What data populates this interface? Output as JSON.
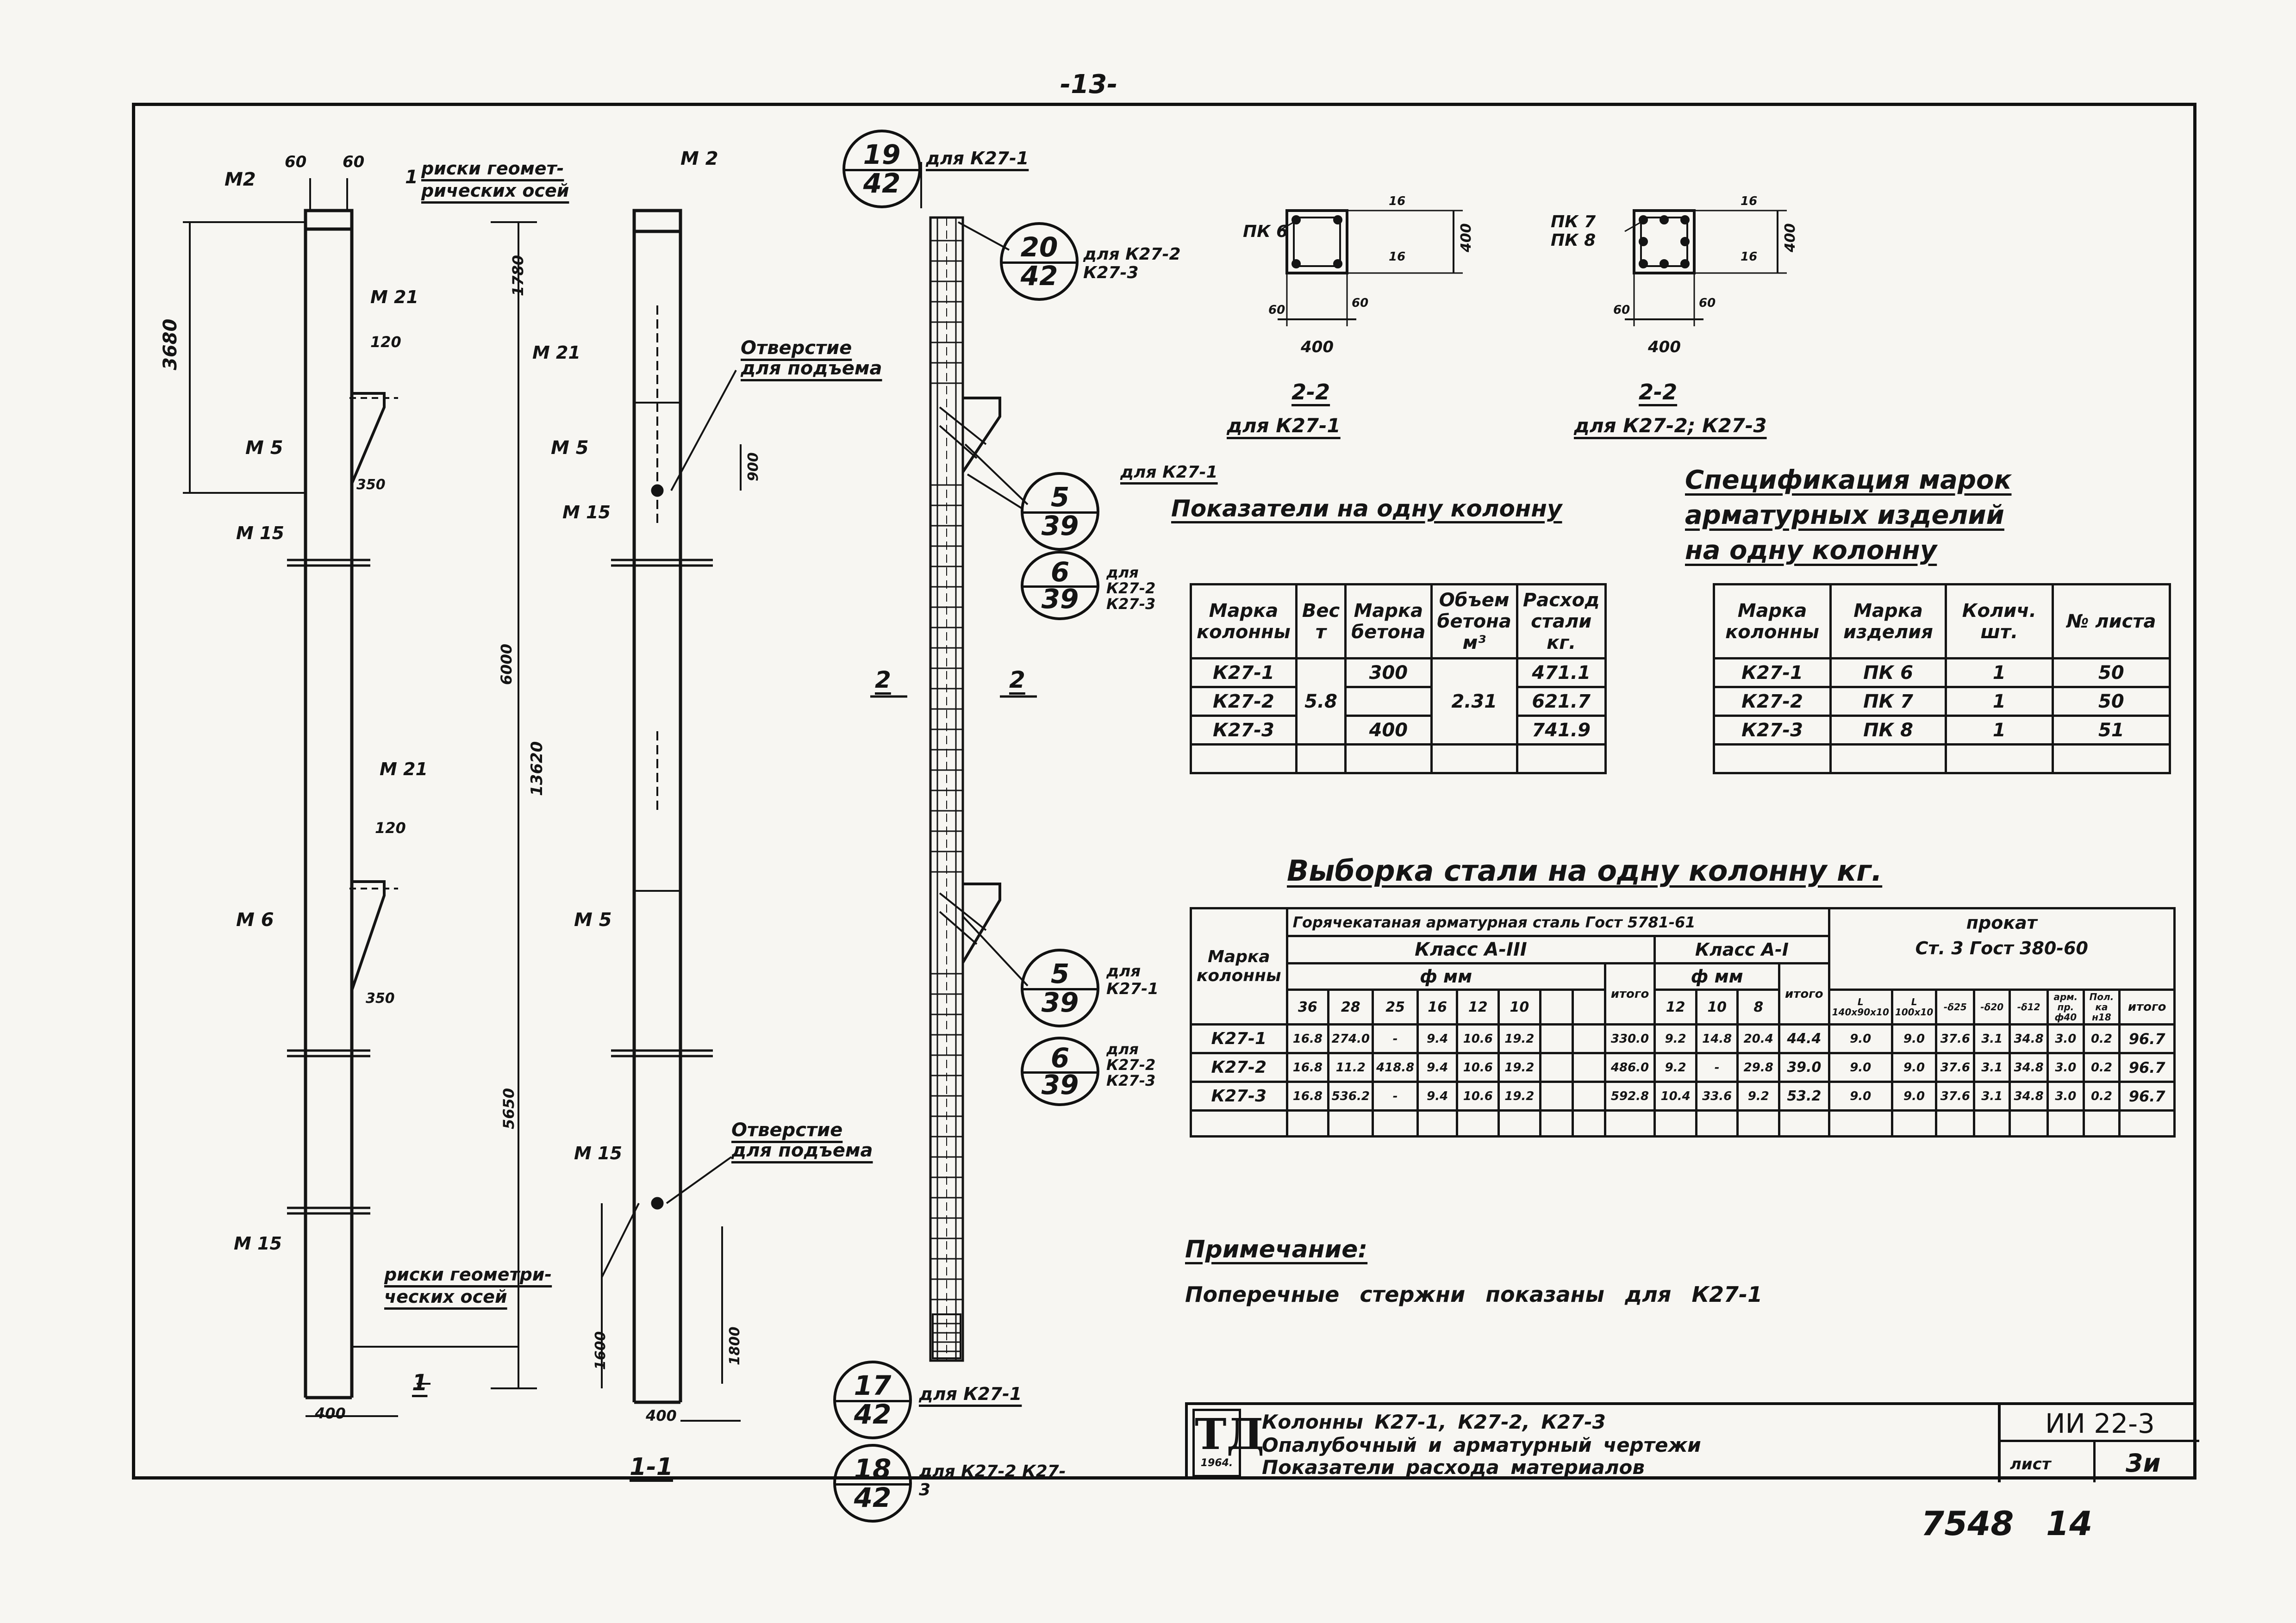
{
  "page": {
    "number_top": "-13-",
    "bottom_numbers": [
      "7548",
      "14"
    ]
  },
  "labels": {
    "m2_left": "M2",
    "m2_mid": "M 2",
    "dim_60a": "60",
    "dim_60b": "60",
    "risk_top": [
      "риски геомет-",
      "рических осей"
    ],
    "risk_bottom": [
      "риски геометри-",
      "ческих осей"
    ],
    "m21_a": "M 21",
    "m21_b": "M 21",
    "m21_c": "M 21",
    "m5_a": "M 5",
    "m5_b": "M 5",
    "m6_a": "M 6",
    "m5_c": "M 5",
    "m15_a": "M 15",
    "m15_b": "M 15",
    "m15_c": "M 15",
    "m15_d": "M 15",
    "hole_top": [
      "Отверстие",
      "для подъема"
    ],
    "hole_bottom": [
      "Отверстие",
      "для подъема"
    ],
    "dim_3680": "3680",
    "dim_120a": "120",
    "dim_120b": "120",
    "dim_1780": "1780",
    "dim_6000": "6000",
    "dim_13620": "13620",
    "dim_5650": "5650",
    "dim_900": "900",
    "dim_1600": "1600",
    "dim_1800": "1800",
    "dim_350a": "350",
    "dim_350b": "350",
    "dim_400a": "400",
    "dim_400b": "400",
    "section_mark": "1",
    "section_label": "1-1",
    "cut_2a": "2",
    "cut_2b": "2"
  },
  "callouts": [
    {
      "top": "19",
      "bot": "42",
      "note": "для К27-1"
    },
    {
      "top": "20",
      "bot": "42",
      "note": "для К27-2 К27-3"
    },
    {
      "top": "5",
      "bot": "39",
      "note": "для К27-1"
    },
    {
      "top": "6",
      "bot": "39",
      "note": "для К27-2 К27-3"
    },
    {
      "top": "5",
      "bot": "39",
      "note": "для К27-1"
    },
    {
      "top": "6",
      "bot": "39",
      "note": "для К27-2 К27-3"
    },
    {
      "top": "17",
      "bot": "42",
      "note": "для К27-1"
    },
    {
      "top": "18",
      "bot": "42",
      "note": "для К27-2 К27-3"
    }
  ],
  "sections": {
    "a": {
      "cage": "ПК 6",
      "title": "2-2",
      "sub": "для К27-1",
      "w": "400",
      "h": "400",
      "c1": "60",
      "c2": "60",
      "c3": "16",
      "c4": "16"
    },
    "b": {
      "cage": "ПК 7 ПК 8",
      "title": "2-2",
      "sub": "для К27-2; К27-3",
      "w": "400",
      "h": "400",
      "c1": "60",
      "c2": "60",
      "c3": "16",
      "c4": "16"
    }
  },
  "indicators": {
    "title": "Показатели на одну колонну",
    "headers": [
      "Марка колонны",
      "Вес т",
      "Марка бетона",
      "Объем бетона м³",
      "Расход стали кг."
    ],
    "rows": [
      [
        "К27-1",
        "",
        "300",
        "",
        "471.1"
      ],
      [
        "К27-2",
        "5.8",
        "",
        "2.31",
        "621.7"
      ],
      [
        "К27-3",
        "",
        "400",
        "",
        "741.9"
      ]
    ]
  },
  "spec": {
    "title": [
      "Спецификация марок",
      "арматурных изделий",
      "на одну колонну"
    ],
    "headers": [
      "Марка колонны",
      "Марка изделия",
      "Колич. шт.",
      "№ листа"
    ],
    "rows": [
      [
        "К27-1",
        "ПК 6",
        "1",
        "50"
      ],
      [
        "К27-2",
        "ПК 7",
        "1",
        "50"
      ],
      [
        "К27-3",
        "ПК 8",
        "1",
        "51"
      ]
    ]
  },
  "steel": {
    "title": "Выборка стали на одну колонну кг.",
    "h_mark": "Марка колонны",
    "h_hot": "Горячекатаная арматурная сталь Гост 5781-61",
    "h_class3": "Класс А-III",
    "h_class1": "Класс А-I",
    "h_phi": "ф мм",
    "h_prokat": "прокат",
    "h_st": "Ст. 3   Гост 380-60",
    "h_total": "итого",
    "sub3": [
      "36",
      "28",
      "25",
      "16",
      "12",
      "10",
      "",
      ""
    ],
    "sub1": [
      "12",
      "10",
      "8"
    ],
    "subp": [
      "L 140x90x10",
      "L 100x10",
      "-δ25",
      "-δ20",
      "-δ12",
      "арм. пр. ф40",
      "Пол. ка н18"
    ],
    "rows": [
      {
        "mark": "К27-1",
        "a3": [
          "16.8",
          "274.0",
          "-",
          "9.4",
          "10.6",
          "19.2",
          "",
          ""
        ],
        "t3": "330.0",
        "a1": [
          "9.2",
          "14.8",
          "20.4"
        ],
        "t1": "44.4",
        "p": [
          "9.0",
          "9.0",
          "37.6",
          "3.1",
          "34.8",
          "3.0",
          "0.2"
        ],
        "tp": "96.7"
      },
      {
        "mark": "К27-2",
        "a3": [
          "16.8",
          "11.2",
          "418.8",
          "9.4",
          "10.6",
          "19.2",
          "",
          ""
        ],
        "t3": "486.0",
        "a1": [
          "9.2",
          "-",
          "29.8"
        ],
        "t1": "39.0",
        "p": [
          "9.0",
          "9.0",
          "37.6",
          "3.1",
          "34.8",
          "3.0",
          "0.2"
        ],
        "tp": "96.7"
      },
      {
        "mark": "К27-3",
        "a3": [
          "16.8",
          "536.2",
          "-",
          "9.4",
          "10.6",
          "19.2",
          "",
          ""
        ],
        "t3": "592.8",
        "a1": [
          "10.4",
          "33.6",
          "9.2"
        ],
        "t1": "53.2",
        "p": [
          "9.0",
          "9.0",
          "37.6",
          "3.1",
          "34.8",
          "3.0",
          "0.2"
        ],
        "tp": "96.7"
      }
    ]
  },
  "note": {
    "title": "Примечание:",
    "text": "Поперечные стержни показаны для К27-1"
  },
  "title_block": {
    "logo": "ТД",
    "year": "1964.",
    "lines": [
      "Колонны К27-1, К27-2, К27-3",
      "Опалубочный и арматурный чертежи",
      "Показатели расхода материалов"
    ],
    "code": "ИИ 22-3",
    "sheet_label": "лист",
    "sheet": "3и"
  }
}
